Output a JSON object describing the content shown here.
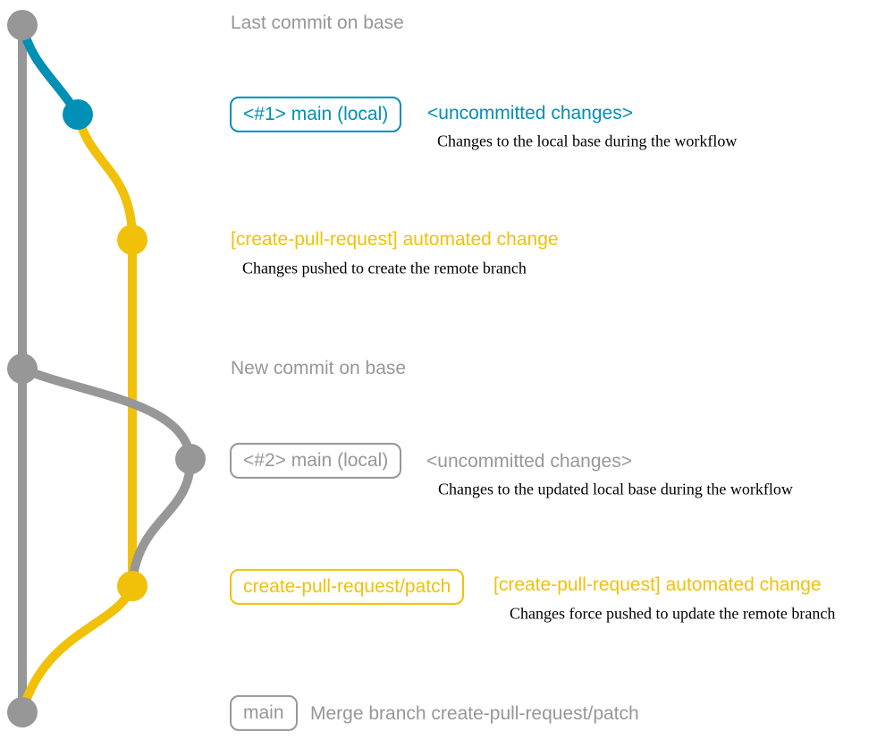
{
  "colors": {
    "gray": "#979797",
    "blue": "#008fb5",
    "yellow": "#f1c109",
    "detail": "#000000",
    "background": "#ffffff"
  },
  "graph": {
    "branches": [
      {
        "name": "base",
        "color_role": "gray"
      },
      {
        "name": "main (local)",
        "color_role": "blue-then-gray"
      },
      {
        "name": "create-pull-request/patch",
        "color_role": "yellow"
      }
    ],
    "commit_count": 7
  },
  "rows": {
    "last_commit": {
      "text": "Last commit on base"
    },
    "uncommitted_1": {
      "badge": "<#1> main (local)",
      "message": "<uncommitted changes>",
      "detail": "Changes to the local base during the workflow"
    },
    "automated_1": {
      "message": "[create-pull-request] automated change",
      "detail": "Changes pushed to create the remote branch"
    },
    "new_commit": {
      "text": "New commit on base"
    },
    "uncommitted_2": {
      "badge": "<#2> main (local)",
      "message": "<uncommitted changes>",
      "detail": "Changes to the updated local base during the workflow"
    },
    "automated_2": {
      "badge": "create-pull-request/patch",
      "message": "[create-pull-request] automated change",
      "detail": "Changes force pushed to update the remote branch"
    },
    "merge": {
      "badge": "main",
      "message": "Merge branch create-pull-request/patch"
    }
  }
}
